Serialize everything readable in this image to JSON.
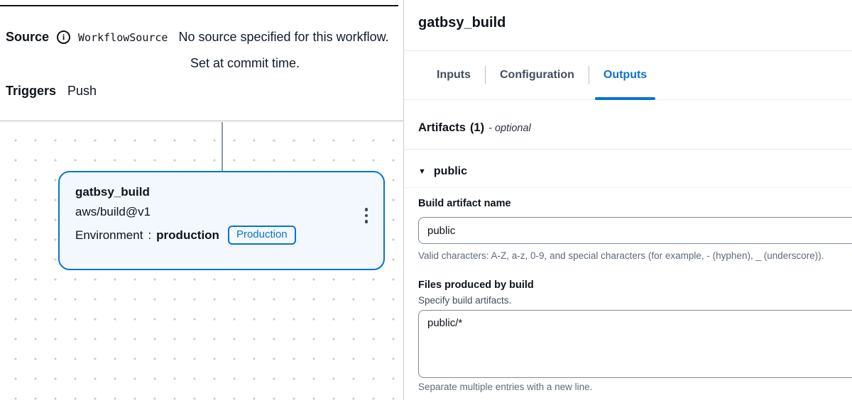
{
  "colors": {
    "accent": "#0972d3",
    "node_background": "#f2f8fd",
    "helper_text": "#5f6b7a"
  },
  "workflow": {
    "source_label": "Source",
    "source_name": "WorkflowSource",
    "source_status": "No source specified for this workflow.",
    "source_note": "Set at commit time.",
    "triggers_label": "Triggers",
    "triggers_value": "Push",
    "node": {
      "title": "gatbsy_build",
      "action_id": "aws/build@v1",
      "environment_label": "Environment",
      "environment_separator": ":",
      "environment_value": "production",
      "environment_badge": "Production"
    }
  },
  "panel": {
    "title": "gatbsy_build",
    "tabs": {
      "inputs": "Inputs",
      "configuration": "Configuration",
      "outputs": "Outputs"
    },
    "active_tab": "Outputs",
    "artifacts_heading": {
      "label": "Artifacts",
      "count": "(1)",
      "suffix": "- optional"
    },
    "artifact_section": {
      "name": "public"
    },
    "build_artifact_name": {
      "label": "Build artifact name",
      "value": "public",
      "constraint": "Valid characters: A-Z, a-z, 0-9, and special characters (for example, - (hyphen), _ (underscore))."
    },
    "files_produced": {
      "label": "Files produced by build",
      "description": "Specify build artifacts.",
      "value": "public/*",
      "constraint": "Separate multiple entries with a new line."
    }
  }
}
